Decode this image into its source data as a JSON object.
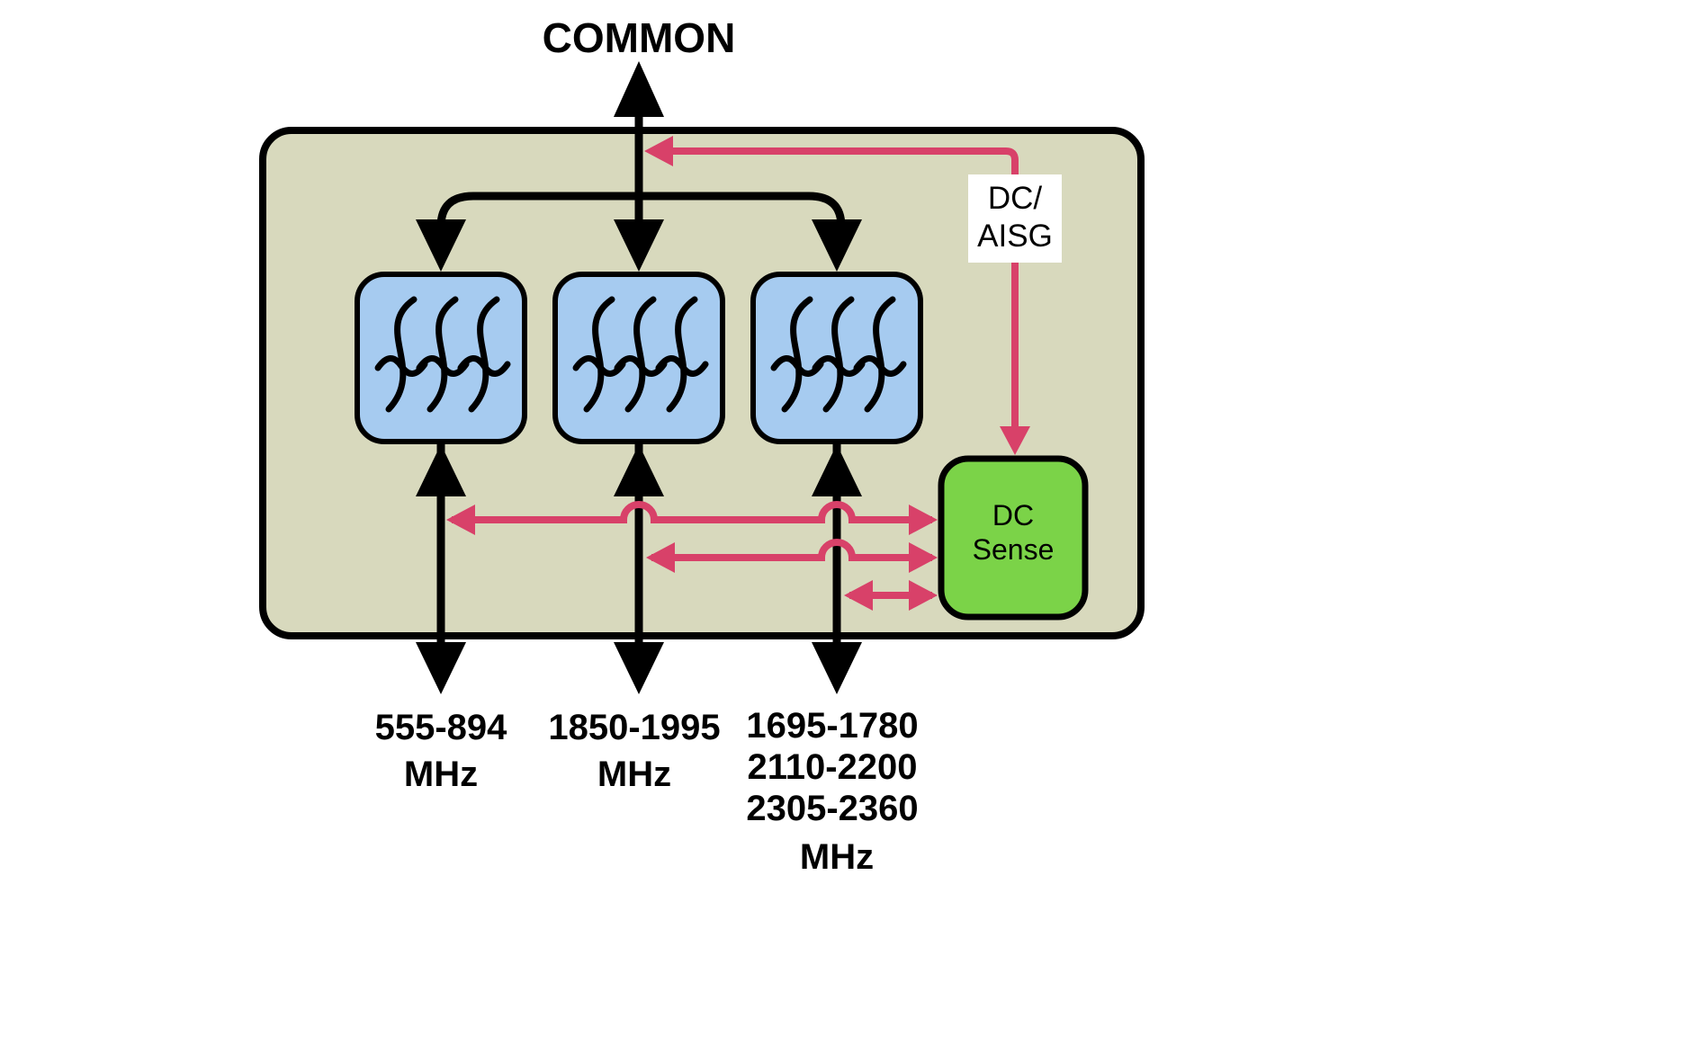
{
  "diagram": {
    "common_label": "COMMON",
    "dc_aisg_label": {
      "line1": "DC/",
      "line2": "AISG"
    },
    "dc_sense_label": {
      "line1": "DC",
      "line2": "Sense"
    },
    "ports": [
      {
        "lines": [
          "555-894",
          "MHz"
        ]
      },
      {
        "lines": [
          "1850-1995",
          "MHz"
        ]
      },
      {
        "lines": [
          "1695-1780",
          "2110-2200",
          "2305-2360",
          "MHz"
        ]
      }
    ],
    "colors": {
      "enclosure_fill": "#d8d9bd",
      "filter_fill": "#a6cbf0",
      "dc_sense_fill": "#7bd348",
      "dc_path": "#d84169",
      "line": "#000000",
      "label_bg": "#ffffff"
    }
  }
}
